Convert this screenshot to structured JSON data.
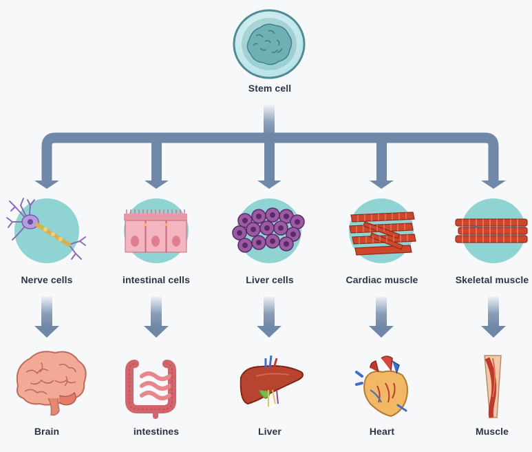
{
  "stem": {
    "label": "Stem cell"
  },
  "cells": [
    {
      "label": "Nerve cells",
      "icon": "nerve-cell-icon"
    },
    {
      "label": "intestinal cells",
      "icon": "intestinal-cell-icon"
    },
    {
      "label": "Liver cells",
      "icon": "liver-cell-icon"
    },
    {
      "label": "Cardiac muscle",
      "icon": "cardiac-muscle-icon"
    },
    {
      "label": "Skeletal muscle",
      "icon": "skeletal-muscle-icon"
    }
  ],
  "organs": [
    {
      "label": "Brain",
      "icon": "brain-icon"
    },
    {
      "label": "intestines",
      "icon": "intestines-icon"
    },
    {
      "label": "Liver",
      "icon": "liver-icon"
    },
    {
      "label": "Heart",
      "icon": "heart-icon"
    },
    {
      "label": "Muscle",
      "icon": "muscle-icon"
    }
  ],
  "colors": {
    "arrow": "#6f88a8",
    "cell_circle": "#8fd4d2",
    "label_text": "#2b3445",
    "background": "#f7f8fa"
  }
}
